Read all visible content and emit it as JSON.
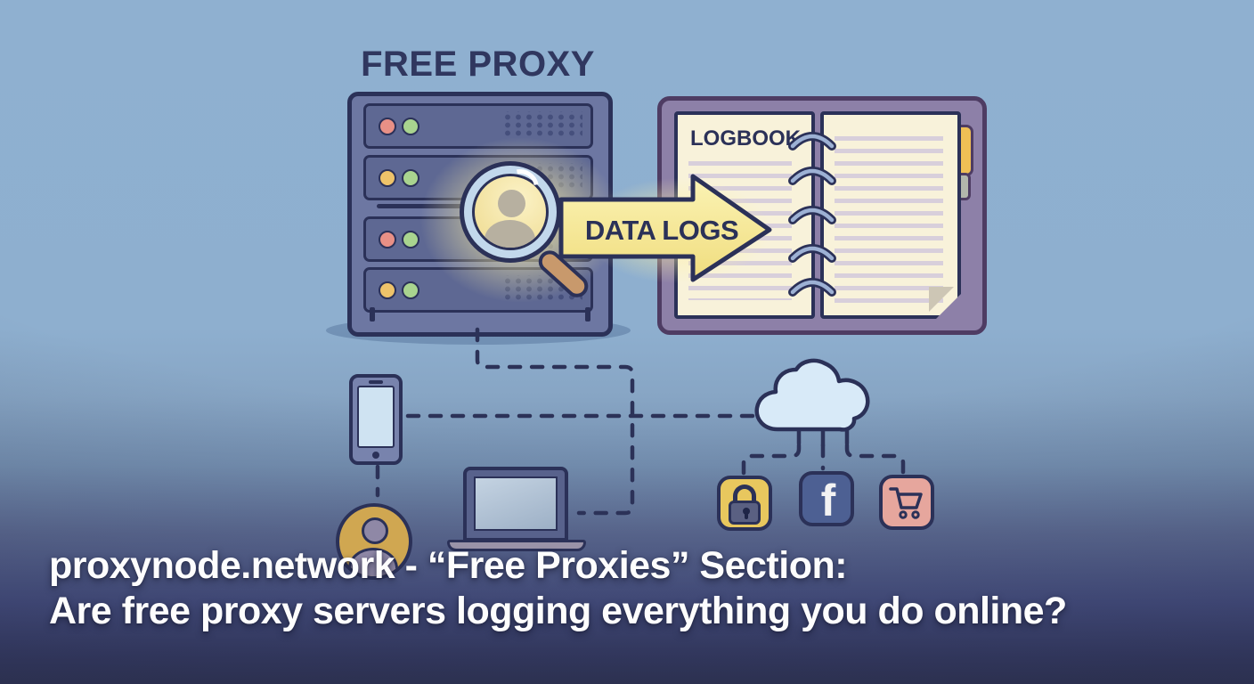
{
  "title": "FREE PROXY",
  "server": {
    "name": "free-proxy-server-rack",
    "units": [
      {
        "leds": [
          "#e89086",
          "#a9d48f"
        ]
      },
      {
        "leds": [
          "#eec36a",
          "#a9d48f"
        ]
      },
      {
        "leds": [
          "#e89086",
          "#a9d48f"
        ]
      },
      {
        "leds": [
          "#eec36a",
          "#a9d48f"
        ]
      }
    ]
  },
  "magnifier": {
    "subject": "user-silhouette-under-inspection"
  },
  "arrow": {
    "label": "DATA LOGS"
  },
  "logbook": {
    "title": "LOGBOOK"
  },
  "devices": [
    "smartphone",
    "laptop",
    "user-avatar"
  ],
  "cloud": "internet-cloud",
  "destinations": [
    "secure-site-lock",
    "facebook",
    "online-shopping-cart"
  ],
  "facebook_letter": "f",
  "caption": {
    "line1": "proxynode.network - “Free Proxies” Section:",
    "line2": "Are free proxy servers logging everything you do online?"
  },
  "colors": {
    "background_top": "#8fb0d0",
    "background_bottom": "#343a5f",
    "outline_navy": "#2b3158",
    "server_body": "#6d77a2",
    "server_unit": "#5e6893",
    "arrow_yellow": "#f3e287",
    "glow_yellow": "#fcf0a6",
    "logbook_cover": "#8d80a8",
    "page_cream": "#f8f2da",
    "ring_blue": "#9db1d4",
    "cloud_blue": "#d8eaf8",
    "lock_gold": "#e8c75e",
    "facebook_blue": "#4d6093",
    "cart_pink": "#e6a69d",
    "caption_white": "#fdfdfd"
  }
}
